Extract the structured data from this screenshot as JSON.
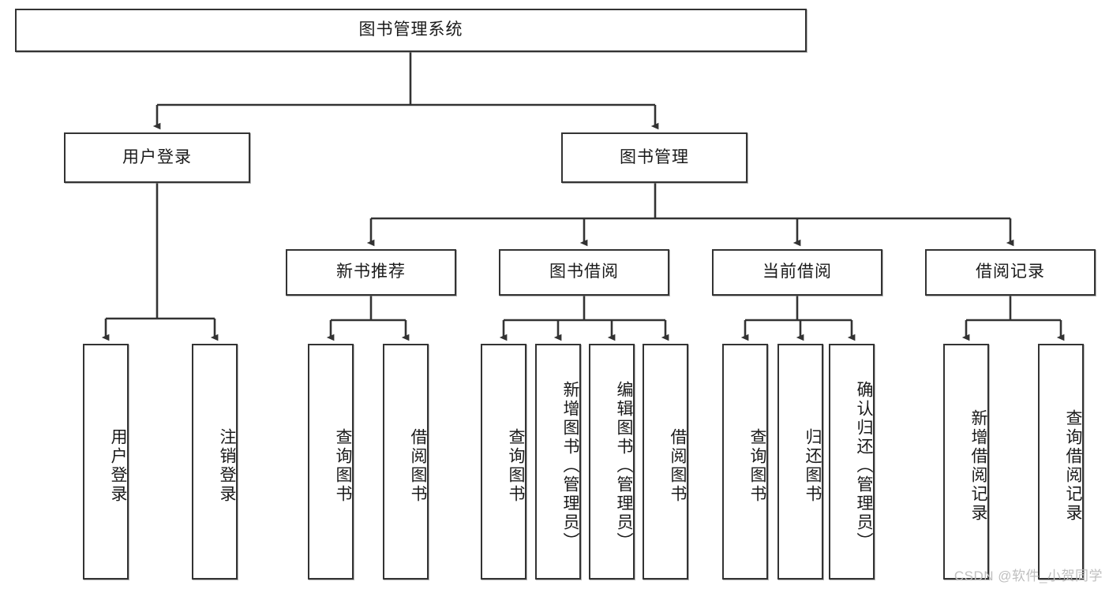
{
  "diagram": {
    "type": "tree",
    "title": "图书管理系统",
    "root": {
      "label": "图书管理系统"
    },
    "level2": [
      {
        "label": "用户登录"
      },
      {
        "label": "图书管理"
      }
    ],
    "level3": [
      {
        "label": "新书推荐"
      },
      {
        "label": "图书借阅"
      },
      {
        "label": "当前借阅"
      },
      {
        "label": "借阅记录"
      }
    ],
    "leaves": {
      "user_login": [
        {
          "label": "用户登录"
        },
        {
          "label": "注销登录"
        }
      ],
      "new_book_recommend": [
        {
          "label": "查询图书"
        },
        {
          "label": "借阅图书"
        }
      ],
      "book_borrow": [
        {
          "label": "查询图书"
        },
        {
          "label": "新增图书（管理员）"
        },
        {
          "label": "编辑图书（管理员）"
        },
        {
          "label": "借阅图书"
        }
      ],
      "current_borrow": [
        {
          "label": "查询图书"
        },
        {
          "label": "归还图书"
        },
        {
          "label": "确认归还（管理员）"
        }
      ],
      "borrow_record": [
        {
          "label": "新增借阅记录"
        },
        {
          "label": "查询借阅记录"
        }
      ]
    },
    "colors": {
      "box_border": "#333333",
      "box_fill": "#ffffff",
      "edge": "#333333",
      "text": "#1a1a1a",
      "watermark": "#bfbfbf"
    }
  },
  "watermark": {
    "text": "CSDN @软件_小贺同学"
  }
}
